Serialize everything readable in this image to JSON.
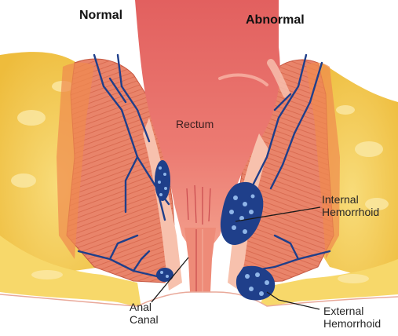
{
  "labels": {
    "normal": "Normal",
    "abnormal": "Abnormal",
    "rectum": "Rectum",
    "internal_line1": "Internal",
    "internal_line2": "Hemorrhoid",
    "anal_line1": "Anal",
    "anal_line2": "Canal",
    "external_line1": "External",
    "external_line2": "Hemorrhoid"
  },
  "colors": {
    "fat_yellow": "#f3c64a",
    "fat_light": "#f9e08a",
    "muscle_orange": "#e9846a",
    "muscle_stripe": "#d6664c",
    "rectum_pink": "#e86a67",
    "rectum_dark": "#c94a4e",
    "mucosa_light": "#f6b3a0",
    "vein_blue": "#1f3f8a",
    "leader_line": "#1a1a1a"
  }
}
